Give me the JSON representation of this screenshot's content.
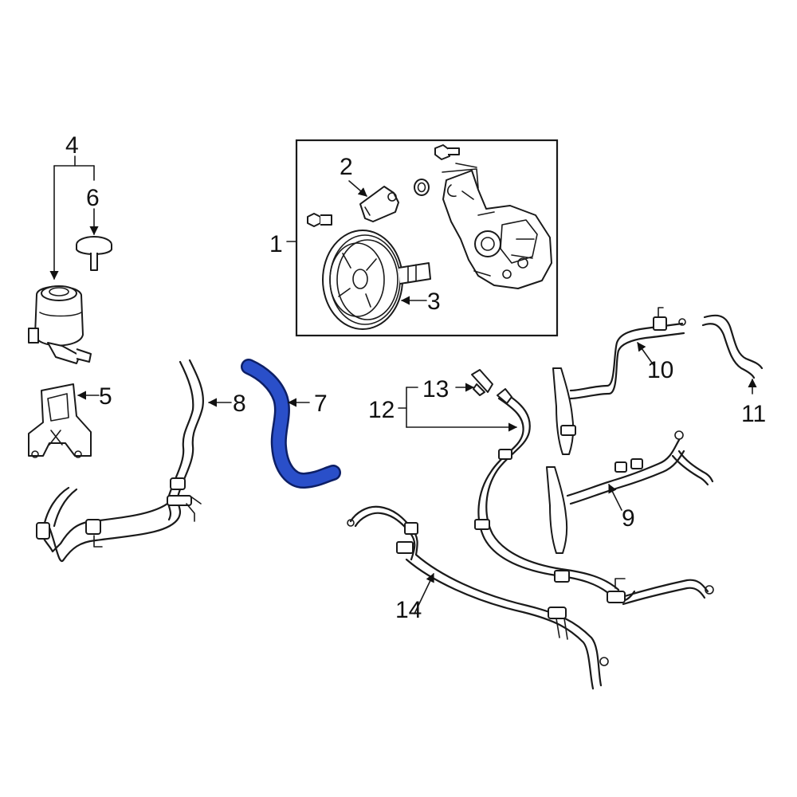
{
  "colors": {
    "highlight": "#2a4fc9",
    "highlight_outline": "#0d1f66",
    "line": "#1a1a1a",
    "background": "#ffffff"
  },
  "callouts": {
    "c1": "1",
    "c2": "2",
    "c3": "3",
    "c4": "4",
    "c5": "5",
    "c6": "6",
    "c7": "7",
    "c8": "8",
    "c9": "9",
    "c10": "10",
    "c11": "11",
    "c12": "12",
    "c13": "13",
    "c14": "14"
  },
  "highlighted_part": "7"
}
